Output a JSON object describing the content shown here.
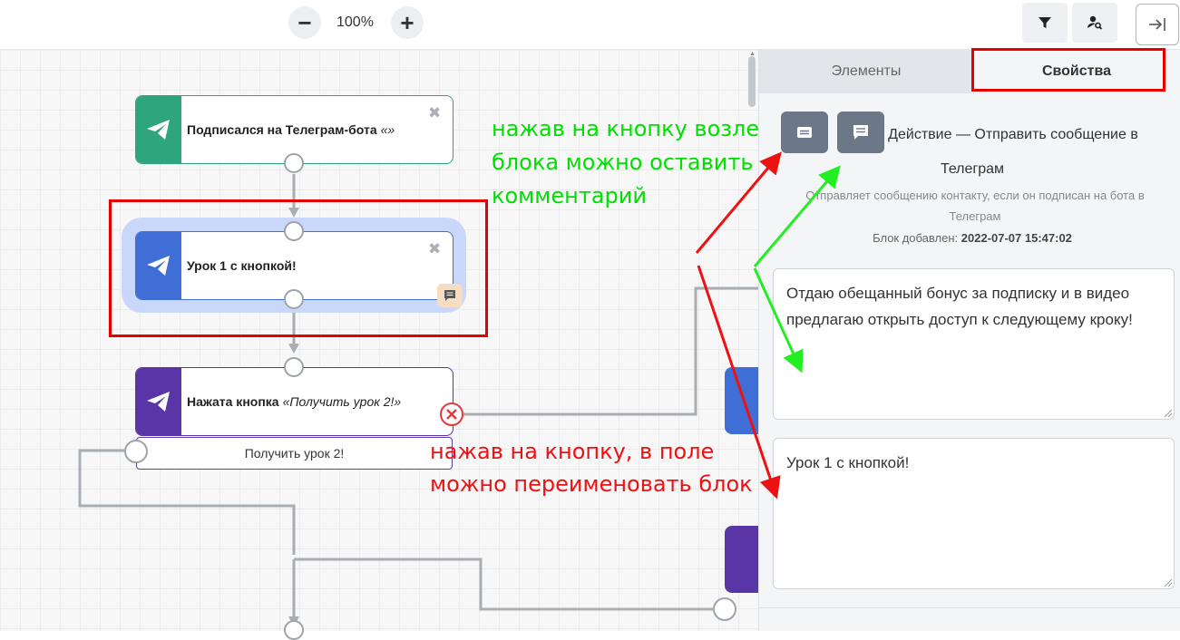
{
  "toolbar": {
    "zoom_out_label": "−",
    "zoom_level": "100%",
    "zoom_in_label": "+",
    "filter_icon": "filter-icon",
    "user_search_icon": "user-search-icon",
    "collapse_panel_icon": "collapse-right-icon"
  },
  "canvas": {
    "nodes": [
      {
        "title": "Подписался на Телеграм-бота",
        "subtitle": "«»",
        "color": "#2fa57d"
      },
      {
        "title": "Урок 1 с кнопкой!",
        "color": "#3f6fd6",
        "selected": true
      },
      {
        "title": "Нажата кнопка",
        "subtitle": "«Получить урок 2!»",
        "color": "#5a35a6",
        "button_label": "Получить урок 2!"
      }
    ]
  },
  "panel": {
    "tabs": [
      "Элементы",
      "Свойства"
    ],
    "active_tab": "Свойства",
    "action_title": "Действие — Отправить сообщение в Телеграм",
    "description": "Отправляет сообщению контакту, если он подписан на бота в Телеграм",
    "added_label": "Блок добавлен:",
    "added_date": "2022-07-07 15:47:02",
    "comment_text": "Отдаю обещанный бонус за подписку и в видео предлагаю открыть доступ к следующему кроку!",
    "name_text": "Урок 1 с кнопкой!"
  },
  "annotations": {
    "green": "нажав на кнопку возле блока можно оставить комментарий",
    "red": "нажав на кнопку, в поле можно переименовать блок"
  },
  "colors": {
    "accent_red": "#e60000",
    "annotation_green": "#00e000",
    "telegram_green": "#2fa57d",
    "telegram_blue": "#3f6fd6",
    "telegram_purple": "#5a35a6"
  }
}
